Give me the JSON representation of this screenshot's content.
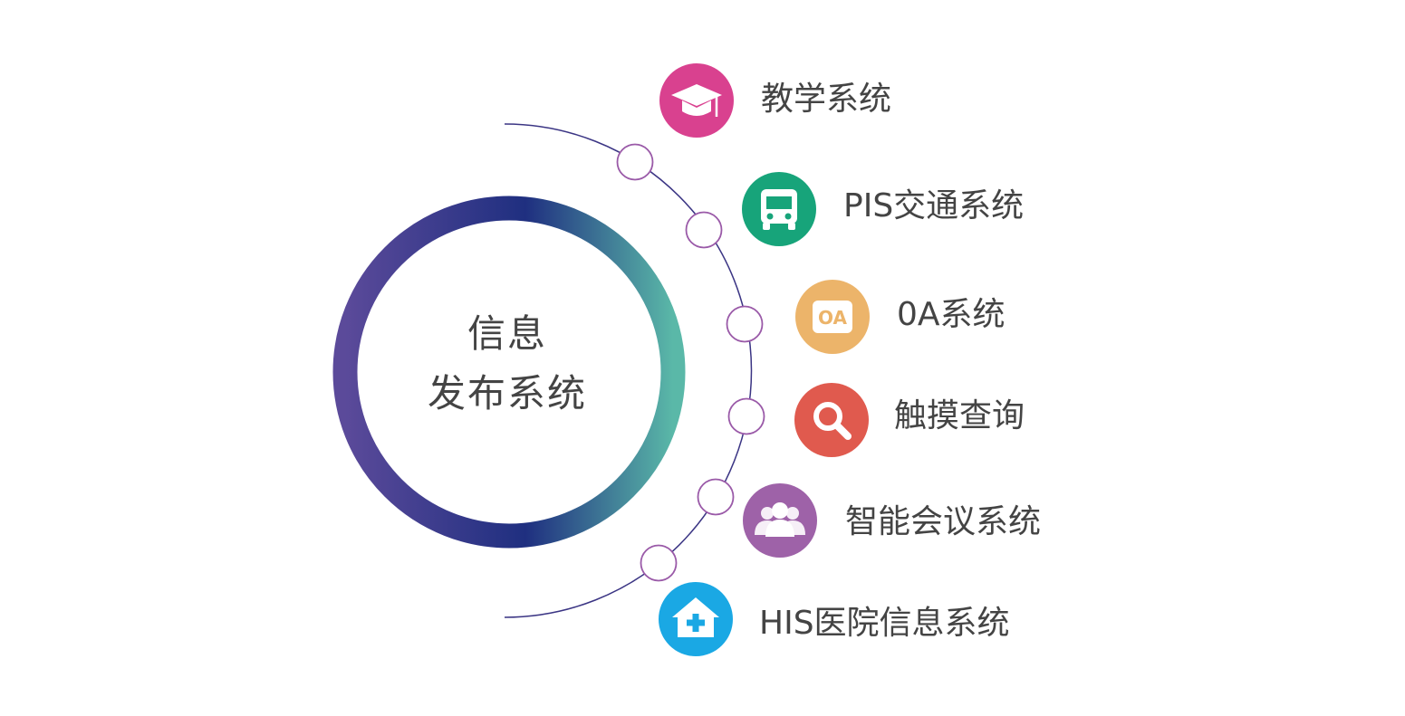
{
  "center": {
    "line1": "信息",
    "line2": "发布系统",
    "ring_gradient": [
      "#5b4a9a",
      "#1f2f80",
      "#5ab8a8"
    ]
  },
  "arc_color": "#3b3584",
  "connector_stroke": "#9a5aa8",
  "nodes": [
    {
      "label": "教学系统",
      "icon": "graduation-cap-icon",
      "color": "#d9418f"
    },
    {
      "label": "PIS交通系统",
      "icon": "bus-icon",
      "color": "#17a47a"
    },
    {
      "label": "0A系统",
      "icon": "oa-badge-icon",
      "color": "#ecb46a",
      "icon_text": "OA"
    },
    {
      "label": "触摸查询",
      "icon": "search-icon",
      "color": "#e05a4e"
    },
    {
      "label": "智能会议系统",
      "icon": "people-group-icon",
      "color": "#9e62a8"
    },
    {
      "label": "HIS医院信息系统",
      "icon": "hospital-home-icon",
      "color": "#1aa8e4"
    }
  ]
}
